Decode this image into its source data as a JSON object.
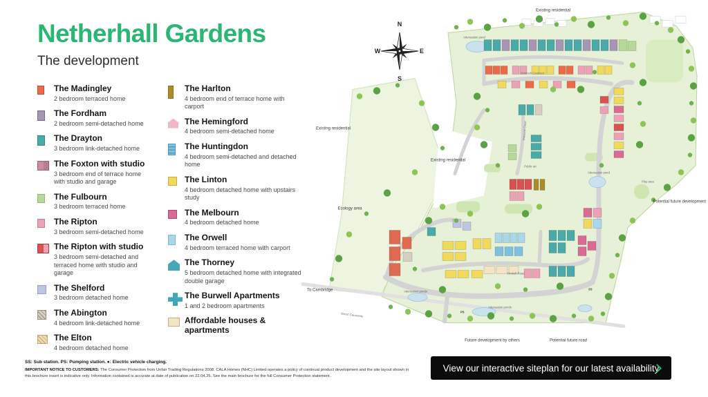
{
  "header": {
    "title": "Netherhall Gardens",
    "subtitle": "The development"
  },
  "colors": {
    "brand_green": "#2bb673",
    "cta_bg": "#0b0b0b"
  },
  "legend": {
    "column1": [
      {
        "name": "The Madingley",
        "desc": "2 bedroom terraced home",
        "shape": "rect",
        "w": 10,
        "h": 13,
        "color": "#ed6a48",
        "border": "#bd4f34"
      },
      {
        "name": "The Fordham",
        "desc": "2 bedroom semi-detached home",
        "shape": "rect",
        "w": 11,
        "h": 15,
        "color": "#a795b4",
        "border": "#7b6a90"
      },
      {
        "name": "The Drayton",
        "desc": "3 bedroom link-detached home",
        "shape": "rect",
        "w": 11,
        "h": 15,
        "color": "#49aaa8",
        "border": "#2f8b89"
      },
      {
        "name": "The Foxton with studio",
        "desc": "3 bedroom end of terrace home with studio and garage",
        "shape": "duo",
        "w": 17,
        "h": 14,
        "color": "#c88fa0",
        "color2": "#b97d92",
        "border": "#9d6379"
      },
      {
        "name": "The Fulbourn",
        "desc": "3 bedroom terraced home",
        "shape": "rect",
        "w": 11,
        "h": 13,
        "color": "#b6d899",
        "border": "#8eb96f"
      },
      {
        "name": "The Ripton",
        "desc": "3 bedroom semi-detached home",
        "shape": "rect",
        "w": 11,
        "h": 13,
        "color": "#eca2b5",
        "border": "#c97e95"
      },
      {
        "name": "The Ripton with studio",
        "desc": "3 bedroom semi-detached and terraced home with studio and garage",
        "shape": "duo",
        "w": 17,
        "h": 14,
        "color": "#d95252",
        "color2": "#eca2b5",
        "border": "#ad3a3a"
      },
      {
        "name": "The Shelford",
        "desc": "3 bedroom detached home",
        "shape": "rect",
        "w": 13,
        "h": 13,
        "color": "#bdc4e4",
        "border": "#97a1cb"
      },
      {
        "name": "The Abington",
        "desc": "4 bedroom link-detached home",
        "shape": "hatch",
        "w": 13,
        "h": 14,
        "color": "#d6cec2",
        "color2": "#9a8f7d",
        "border": "#9a8f7d"
      },
      {
        "name": "The Elton",
        "desc": "4 bedroom detached home",
        "shape": "hatch",
        "w": 15,
        "h": 13,
        "color": "#eedcb6",
        "color2": "#c3a368",
        "border": "#c3a368"
      }
    ],
    "column2": [
      {
        "name": "The Harlton",
        "desc": "4 bedroom end of terrace home with carport",
        "shape": "rect",
        "w": 8,
        "h": 19,
        "color": "#ac8b28",
        "border": "#8c711f"
      },
      {
        "name": "The Hemingford",
        "desc": "4 bedroom semi-detached home",
        "shape": "house",
        "w": 15,
        "h": 14,
        "color": "#f0b8c6"
      },
      {
        "name": "The Huntingdon",
        "desc": "4 bedroom semi-detached and detached home",
        "shape": "stripes",
        "w": 11,
        "h": 17,
        "color": "#7fc0de",
        "color2": "#4f9ac0",
        "border": "#4f9ac0"
      },
      {
        "name": "The Linton",
        "desc": "4 bedroom detached home with upstairs study",
        "shape": "rect",
        "w": 13,
        "h": 13,
        "color": "#f0d95c",
        "border": "#c7b039"
      },
      {
        "name": "The Melbourn",
        "desc": "4 bedroom detached home",
        "shape": "rect",
        "w": 13,
        "h": 13,
        "color": "#d96a93",
        "border": "#b04a72"
      },
      {
        "name": "The Orwell",
        "desc": "4 bedroom terraced home with carport",
        "shape": "rect",
        "w": 11,
        "h": 15,
        "color": "#a9d8ea",
        "border": "#7db7d2"
      },
      {
        "name": "The Thorney",
        "desc": "5 bedroom detached home with integrated double garage",
        "shape": "house",
        "w": 17,
        "h": 16,
        "color": "#47a7b5"
      },
      {
        "name": "The Burwell Apartments",
        "desc": "1 and 2 bedroom apartments",
        "shape": "cross",
        "w": 21,
        "h": 19,
        "color": "#3ea8b7"
      },
      {
        "name": "Affordable houses & apartments",
        "desc": "",
        "shape": "rect",
        "w": 17,
        "h": 13,
        "color": "#f3e4c5",
        "border": "#c9ad7e"
      }
    ]
  },
  "compass": {
    "n": "N",
    "e": "E",
    "s": "S",
    "w": "W"
  },
  "map": {
    "labels": [
      {
        "text": "Existing residential"
      },
      {
        "text": "Existing residential"
      },
      {
        "text": "Existing residential"
      },
      {
        "text": "Ecology area"
      },
      {
        "text": "Attenuation pond"
      },
      {
        "text": "Attenuation pond"
      },
      {
        "text": "Play area"
      },
      {
        "text": "Public art"
      },
      {
        "text": "Potential future development"
      },
      {
        "text": "To Cambridge"
      },
      {
        "text": "Attenuation ponds"
      },
      {
        "text": "Attenuation ponds"
      },
      {
        "text": "Worts' Causeway"
      },
      {
        "text": "Future development by others"
      },
      {
        "text": "Potential future road"
      },
      {
        "text": "Ormrock Crescent"
      },
      {
        "text": "Dunsock Close"
      },
      {
        "text": "Kimbolt Road"
      },
      {
        "text": "SS"
      },
      {
        "text": "PS"
      }
    ]
  },
  "footer": {
    "abbr_line": "SS: Sub station.  PS: Pumping station.  ●: Electric vehicle charging.",
    "notice_label": "IMPORTANT NOTICE TO CUSTOMERS:",
    "notice_text": "The Consumer Protection from Unfair Trading Regulations 2008. CALA Homes (NHC) Limited operates a policy of continual product development and the site layout shown in this brochure insert is indicative only. Information contained is accurate at date of publication on 22.04.25. See the main brochure for the full Consumer Protection statement."
  },
  "cta": {
    "label": "View our interactive siteplan for our latest availability"
  }
}
